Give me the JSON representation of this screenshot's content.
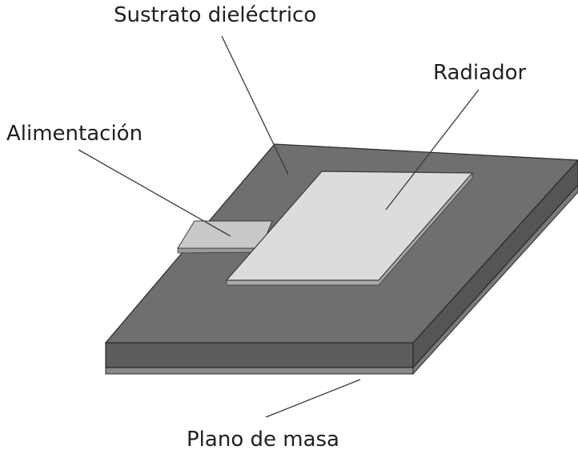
{
  "labels": {
    "substrate": "Sustrato dieléctrico",
    "radiator": "Radiador",
    "feed": "Alimentación",
    "ground_plane": "Plano de masa"
  },
  "colors": {
    "substrate_top": "#6f6f6f",
    "substrate_side": "#5c5c5c",
    "ground_plane": "#8a8a8a",
    "patch": "#dcdcdc",
    "feed_line": "#c9c9c9",
    "text": "#1f1f1f",
    "leader_lines": "#3a3a3a"
  }
}
